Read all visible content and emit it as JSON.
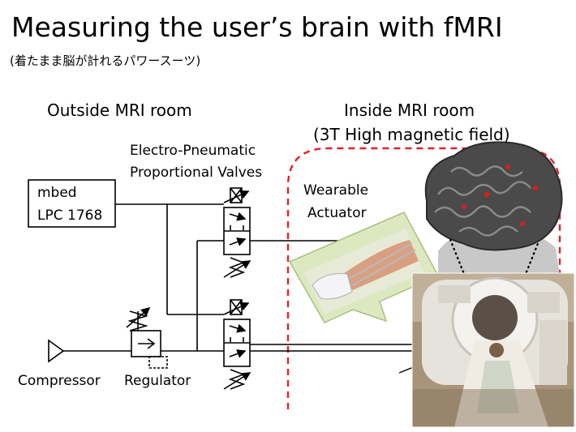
{
  "slide": {
    "title": "Measuring the user’s brain with fMRI",
    "subtitle": "(着たまま脳が計れるパワースーツ)"
  },
  "labels": {
    "outside_room": "Outside MRI room",
    "inside_room": "Inside MRI room",
    "magnetic_field": "(3T High magnetic field)",
    "valves_line1": "Electro-Pneumatic",
    "valves_line2": "Proportional Valves",
    "controller_line1": "mbed",
    "controller_line2": "LPC 1768",
    "actuator_line1": "Wearable",
    "actuator_line2": "Actuator",
    "compressor": "Compressor",
    "regulator": "Regulator"
  },
  "colors": {
    "boundary_dash": "#e0242a",
    "brain_hotspot": "#d42020",
    "line": "#000000"
  }
}
